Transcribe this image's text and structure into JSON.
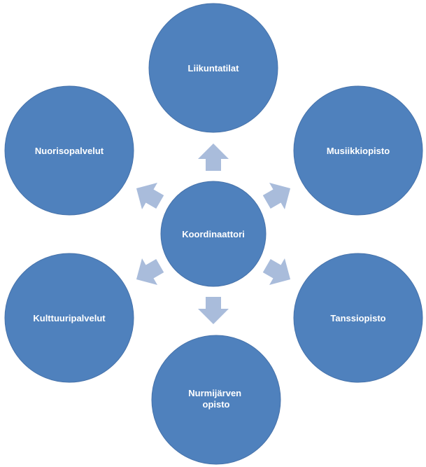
{
  "diagram": {
    "center": {
      "label": "Koordinaattori"
    },
    "nodes": [
      {
        "id": "liikuntatilat",
        "lines": [
          "Liikuntatilat"
        ]
      },
      {
        "id": "musiikkiopisto",
        "lines": [
          "Musiikkiopisto"
        ]
      },
      {
        "id": "tanssiopisto",
        "lines": [
          "Tanssiopisto"
        ]
      },
      {
        "id": "nurmijarven-opisto",
        "lines": [
          "Nurmijärven",
          "opisto"
        ]
      },
      {
        "id": "kulttuuripalvelut",
        "lines": [
          "Kulttuuripalvelut"
        ]
      },
      {
        "id": "nuorisopalvelut",
        "lines": [
          "Nuorisopalvelut"
        ]
      }
    ],
    "colors": {
      "circle_fill": "#4f81bd",
      "circle_stroke": "#4672aa",
      "arrow_fill": "#a9bcdb",
      "label": "#ffffff"
    }
  }
}
